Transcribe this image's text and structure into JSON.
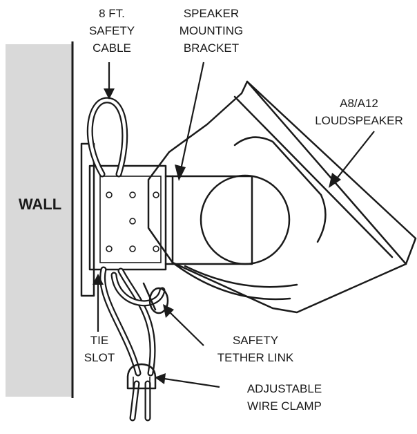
{
  "labels": {
    "wall": "WALL",
    "safety_cable": [
      "8 FT.",
      "SAFETY",
      "CABLE"
    ],
    "mounting_bracket": [
      "SPEAKER",
      "MOUNTING",
      "BRACKET"
    ],
    "loudspeaker": [
      "A8/A12",
      "LOUDSPEAKER"
    ],
    "tie_slot": [
      "TIE",
      "SLOT"
    ],
    "tether_link": [
      "SAFETY",
      "TETHER LINK"
    ],
    "wire_clamp": [
      "ADJUSTABLE",
      "WIRE CLAMP"
    ]
  },
  "colors": {
    "wall_fill": "#d9d9d9",
    "line": "#1a1a1a",
    "bracket_fill": "#e6e6e6",
    "background": "#ffffff"
  }
}
